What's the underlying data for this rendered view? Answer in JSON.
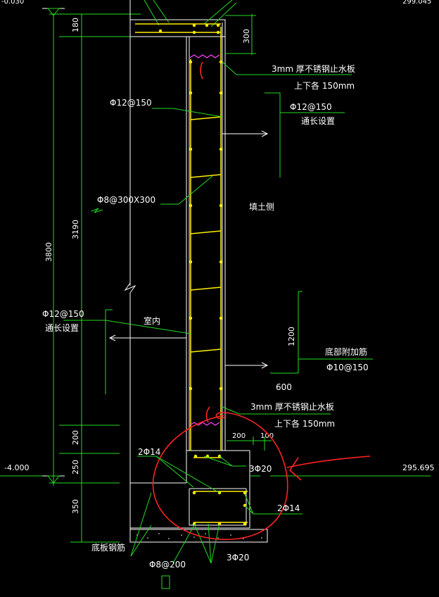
{
  "labels": {
    "top_left_elev": "-0.030",
    "top_right_elev": "299.045",
    "dim_180": "180",
    "dim_300": "300",
    "dim_3800": "3800",
    "dim_3190": "3190",
    "dim_1200": "1200",
    "dim_600": "600",
    "dim_200_left": "200",
    "dim_250": "250",
    "dim_350": "350",
    "dim_200_right": "200",
    "dim_100": "100",
    "waterstop_top_1": "3mm  厚不锈钢止水板",
    "waterstop_top_2": "上下各  150mm",
    "phi12_left": "Φ12@150",
    "phi12_right": "Φ12@150",
    "tongchang_right": "通长设置",
    "phi8_tie": "Φ8@300X300",
    "tiantu": "填土侧",
    "phi12_outer": "Φ12@150",
    "tongchang_left": "通长设置",
    "shinei": "室内",
    "dibu_fujin": "底部附加筋",
    "phi10": "Φ10@150",
    "waterstop_bot_1": "3mm  厚不锈钢止水板",
    "waterstop_bot_2": "上下各  150mm",
    "bar_2phi14_top": "2Φ14",
    "bar_3phi20_top": "3Φ20",
    "elev_left": "-4.000",
    "elev_right": "295.695",
    "bar_2phi14_bot": "2Φ14",
    "dibanjin": "底板钢筋",
    "phi8_200": "Φ8@200",
    "bar_3phi20_bot": "3Φ20"
  },
  "colors": {
    "background": "#000000",
    "lines": "#ffffff",
    "leaders": "#22dd22",
    "rebar": "#ffee00",
    "annotation": "#ff2222",
    "waterstop": "#ff44ff"
  }
}
